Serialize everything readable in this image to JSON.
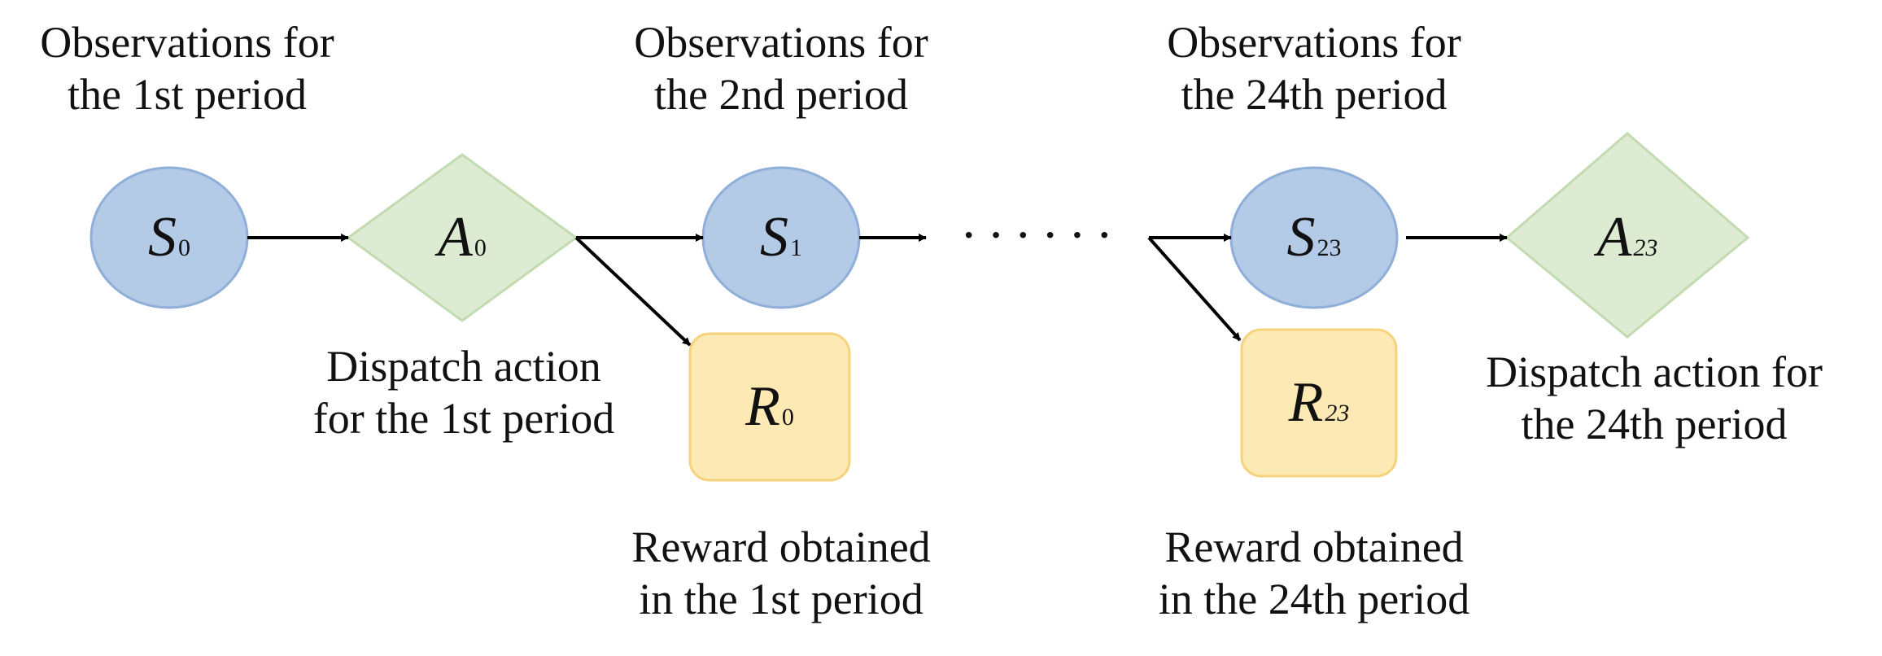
{
  "diagram": {
    "nodes": [
      {
        "id": "s0",
        "symbol": "S",
        "subscript": "0",
        "shape": "ellipse"
      },
      {
        "id": "a0",
        "symbol": "A",
        "subscript": "0",
        "shape": "diamond"
      },
      {
        "id": "s1",
        "symbol": "S",
        "subscript": "1",
        "shape": "ellipse"
      },
      {
        "id": "r0",
        "symbol": "R",
        "subscript": "0",
        "shape": "rounded-rect"
      },
      {
        "id": "s23",
        "symbol": "S",
        "subscript": "23",
        "shape": "ellipse"
      },
      {
        "id": "a23",
        "symbol": "A",
        "subscript": "23",
        "shape": "diamond"
      },
      {
        "id": "r23",
        "symbol": "R",
        "subscript": "23",
        "shape": "rounded-rect"
      }
    ],
    "edges": [
      {
        "from": "s0",
        "to": "a0"
      },
      {
        "from": "a0",
        "to": "s1"
      },
      {
        "from": "a0",
        "to": "r0"
      },
      {
        "from": "s1",
        "to": "ellipsis"
      },
      {
        "from": "ellipsis",
        "to": "s23"
      },
      {
        "from": "ellipsis",
        "to": "r23"
      },
      {
        "from": "s23",
        "to": "a23"
      }
    ],
    "ellipsis": "······",
    "captions": {
      "obs1": [
        "Observations for",
        "the 1st period"
      ],
      "obs2": [
        "Observations for",
        "the 2nd period"
      ],
      "obs24": [
        "Observations for",
        "the 24th period"
      ],
      "act1": [
        "Dispatch action",
        "for the 1st period"
      ],
      "act24": [
        "Dispatch action for",
        "the 24th period"
      ],
      "rew1": [
        "Reward obtained",
        "in the 1st period"
      ],
      "rew24": [
        "Reward obtained",
        "in the 24th period"
      ]
    },
    "colors": {
      "state_fill": "#b4cbe8",
      "state_stroke": "#8faed8",
      "action_fill": "#dcebd1",
      "action_stroke": "#c3dbb0",
      "reward_fill": "#fde9b3",
      "reward_stroke": "#f7d27c",
      "arrow": "#000000"
    }
  }
}
